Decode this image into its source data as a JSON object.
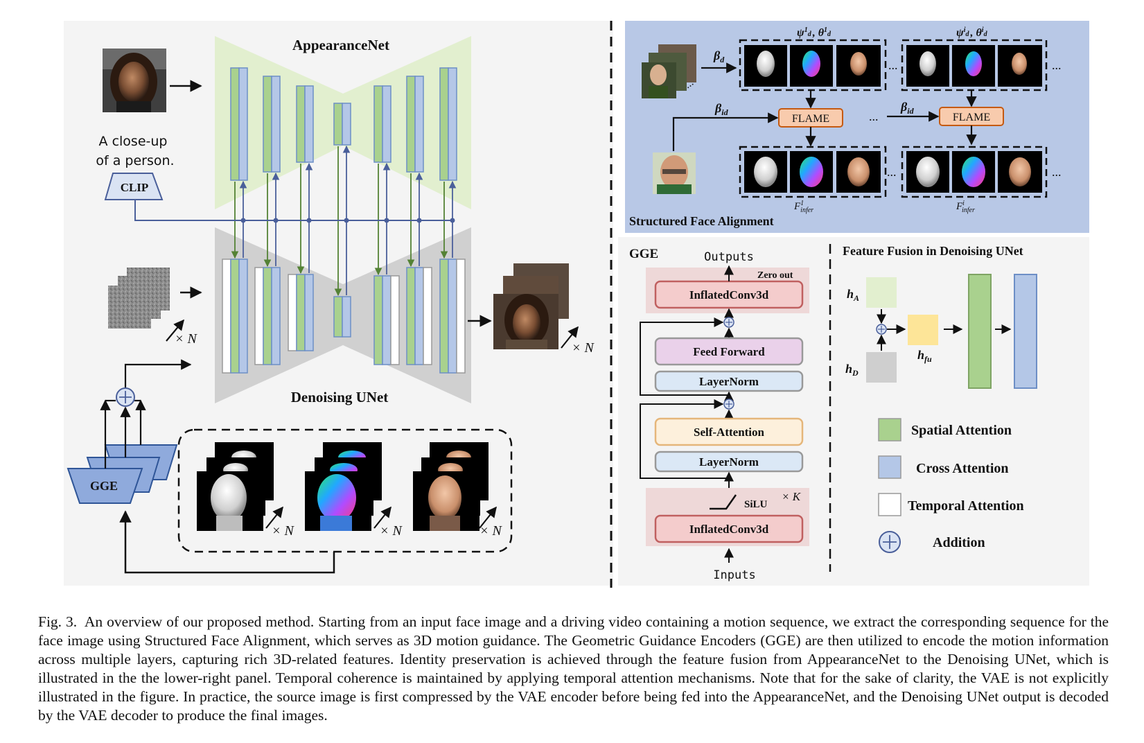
{
  "left": {
    "appearance_title": "AppearanceNet",
    "denoising_title": "Denoising UNet",
    "prompt_line1": "A close-up",
    "prompt_line2": "of a person.",
    "clip_label": "CLIP",
    "gge_label": "GGE",
    "times_n": "× N"
  },
  "sfa": {
    "title": "Structured Face Alignment",
    "beta_d": "β",
    "beta_d_sub": "d",
    "beta_id": "β",
    "beta_id_sub": "id",
    "flame_label": "FLAME",
    "psi_1": "ψ",
    "psi_1_rest": "1",
    "psi_i": "ψ",
    "psi_i_rest": "i",
    "theta_sym": "θ",
    "f_infer": "F",
    "f_infer_sup_1": "1",
    "f_infer_sup_i": "i",
    "f_infer_sub": "infer",
    "ellipsis": "..."
  },
  "gge_block": {
    "title": "GGE",
    "outputs": "Outputs",
    "inputs": "Inputs",
    "zero_out": "Zero out",
    "inflated_conv": "InflatedConv3d",
    "feed_forward": "Feed Forward",
    "layernorm": "LayerNorm",
    "self_attention": "Self-Attention",
    "silu": "SiLU",
    "times_k": "× K"
  },
  "fusion": {
    "title": "Feature Fusion in Denoising UNet",
    "h_a": "h",
    "h_a_sub": "A",
    "h_d": "h",
    "h_d_sub": "D",
    "h_fu": "h",
    "h_fu_sub": "fu"
  },
  "legend": [
    {
      "label": "Spatial Attention",
      "color": "#a9d18e"
    },
    {
      "label": "Cross Attention",
      "color": "#b4c7e7"
    },
    {
      "label": "Temporal Attention",
      "color": "#ffffff"
    },
    {
      "label": "Addition",
      "color": "#dae3f3"
    }
  ],
  "colors": {
    "spatial": "#a9d18e",
    "cross": "#b4c7e7",
    "appearance_bg": "#e2efcf",
    "unet_bg": "#d0d0d0",
    "sfa_bg": "#b8c8e6",
    "flame_fill": "#f8cbad",
    "gge_fill": "#8faadc",
    "arrow_green": "#548235",
    "arrow_blue": "#4a5f9a"
  },
  "caption": {
    "label": "Fig. 3.",
    "text": "An overview of our proposed method. Starting from an input face image and a driving video containing a motion sequence, we extract the corresponding sequence for the face image using Structured Face Alignment, which serves as 3D motion guidance. The Geometric Guidance Encoders (GGE) are then utilized to encode the motion information across multiple layers, capturing rich 3D-related features. Identity preservation is achieved through the feature fusion from AppearanceNet to the Denoising UNet, which is illustrated in the the lower-right panel. Temporal coherence is maintained by applying temporal attention mechanisms. Note that for the sake of clarity, the VAE is not explicitly illustrated in the figure. In practice, the source image is first compressed by the VAE encoder before being fed into the AppearanceNet, and the Denoising UNet output is decoded by the VAE decoder to produce the final images."
  }
}
